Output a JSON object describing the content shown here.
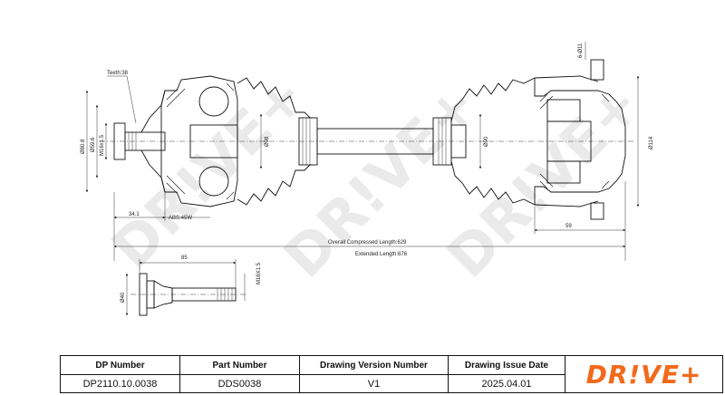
{
  "watermark": "DR!VE+",
  "dimensions": {
    "teeth": "Teeth:38",
    "d80_8": "Ø80.8",
    "d59_6": "Ø59.6",
    "m16": "M16x1.5",
    "d98": "Ø98",
    "d90": "Ø90",
    "d114": "Ø114",
    "hole": "6-Ø11",
    "len34": "34.1",
    "abs": "ABS:45W",
    "len59": "59",
    "overall": "Overall  Compressed  Length:629",
    "extended": "Extended  Length:676",
    "len85": "85",
    "bolt_m16": "M16X1.5",
    "d40": "Ø40"
  },
  "title_block": {
    "dp_number_label": "DP Number",
    "dp_number": "DP2110.10.0038",
    "part_number_label": "Part Number",
    "part_number": "DDS0038",
    "version_label": "Drawing Version Number",
    "version": "V1",
    "date_label": "Drawing Issue Date",
    "date": "2025.04.01"
  },
  "brand": {
    "logo_text": "DR!VE+",
    "color": "#f26a1b"
  }
}
